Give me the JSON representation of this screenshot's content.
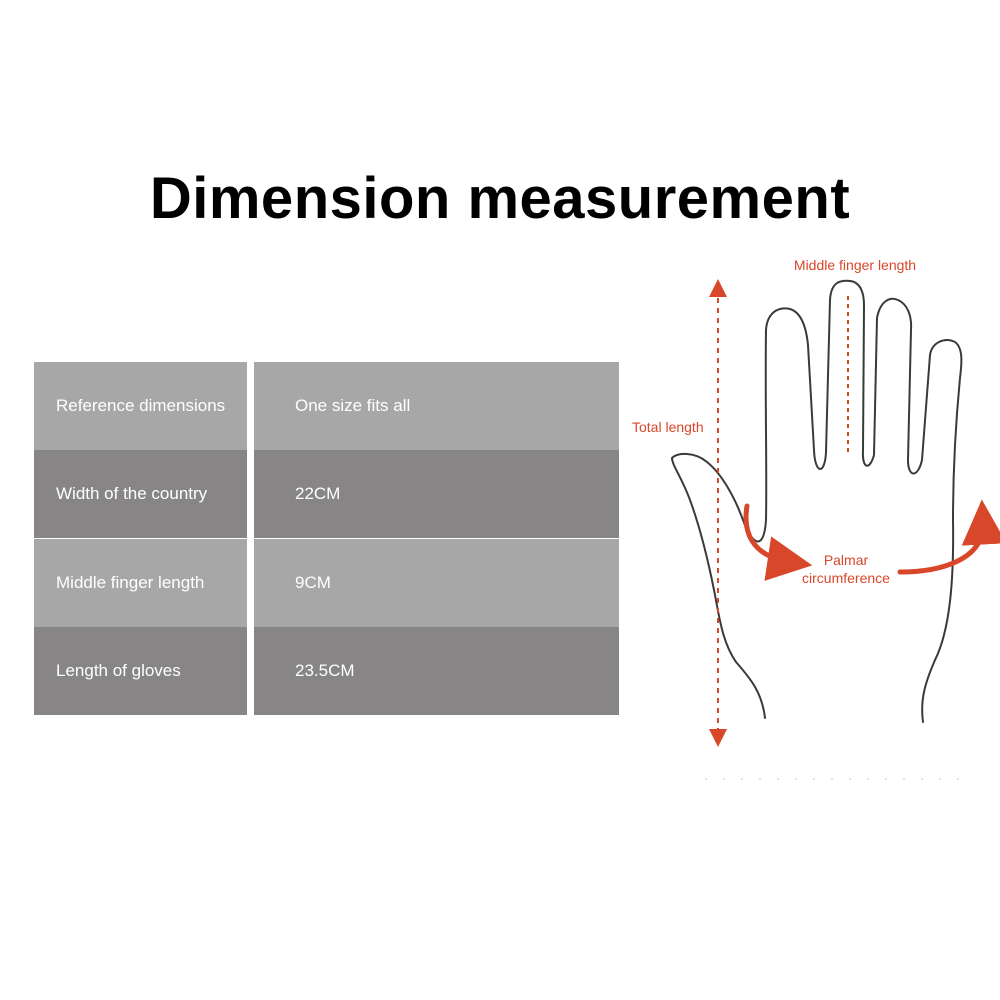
{
  "title": "Dimension measurement",
  "table": {
    "rows": [
      {
        "label": "Reference dimensions",
        "value": "One size fits all"
      },
      {
        "label": "Width of the country",
        "value": "22CM"
      },
      {
        "label": "Middle finger length",
        "value": "9CM"
      },
      {
        "label": "Length of gloves",
        "value": "23.5CM"
      }
    ]
  },
  "diagram": {
    "labels": {
      "middle_finger": "Middle finger length",
      "total_length": "Total length",
      "palmar_line1": "Palmar",
      "palmar_line2": "circumference"
    },
    "accent_color": "#d9472b",
    "outline_color": "#3a3a3a"
  },
  "colors": {
    "row_light": "#a8a7a7",
    "row_dark": "#878585",
    "cell_text": "#ffffff"
  }
}
